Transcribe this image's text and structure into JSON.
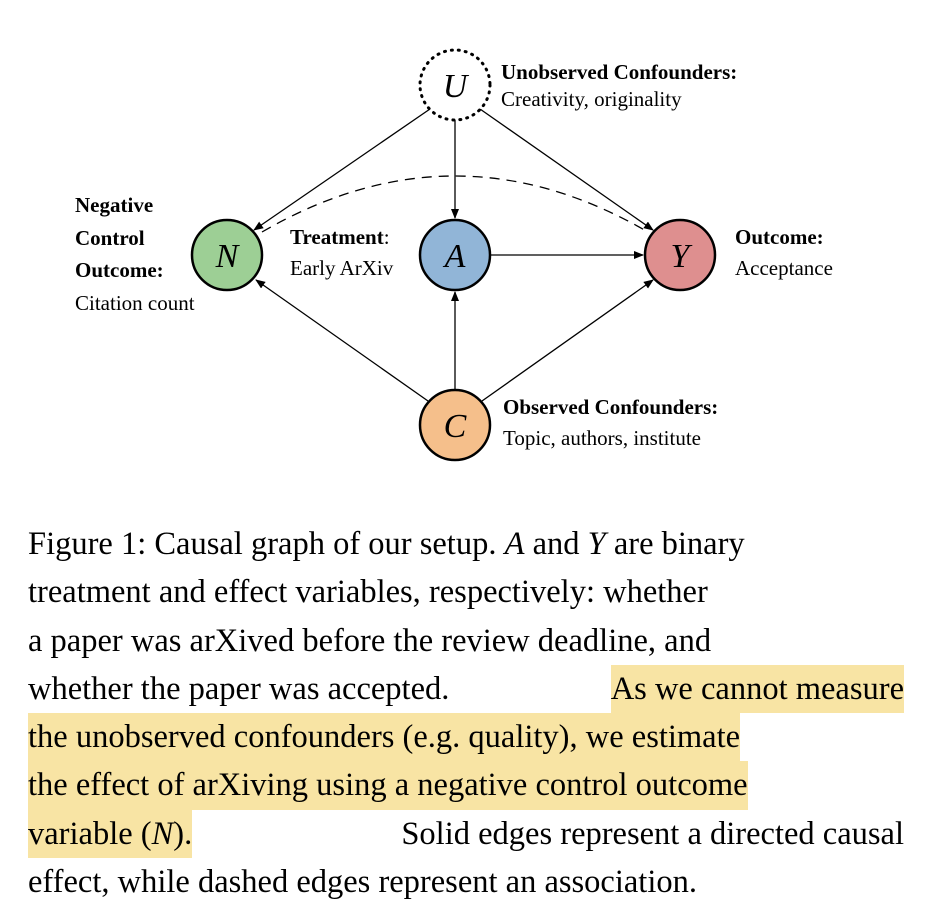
{
  "diagram": {
    "nodes": {
      "U": {
        "symbol": "U",
        "title": "Unobserved Confounders:",
        "desc": "Creativity, originality"
      },
      "N": {
        "symbol": "N",
        "title_lines": [
          "Negative",
          "Control",
          "Outcome:"
        ],
        "desc": "Citation count",
        "color": "#9dcf95"
      },
      "A": {
        "symbol": "A",
        "title": "Treatment",
        "colon": ":",
        "desc": "Early ArXiv",
        "color": "#91b5d7"
      },
      "Y": {
        "symbol": "Y",
        "title": "Outcome:",
        "desc": "Acceptance",
        "color": "#de8f8f"
      },
      "C": {
        "symbol": "C",
        "title": "Observed Confounders:",
        "desc": "Topic, authors, institute",
        "color": "#f5bf8b"
      }
    },
    "edges": [
      {
        "from": "U",
        "to": "N",
        "style": "solid"
      },
      {
        "from": "U",
        "to": "A",
        "style": "solid"
      },
      {
        "from": "U",
        "to": "Y",
        "style": "solid"
      },
      {
        "from": "A",
        "to": "Y",
        "style": "solid"
      },
      {
        "from": "C",
        "to": "N",
        "style": "solid"
      },
      {
        "from": "C",
        "to": "A",
        "style": "solid"
      },
      {
        "from": "C",
        "to": "Y",
        "style": "solid"
      },
      {
        "from": "N",
        "to": "Y",
        "style": "dashed"
      }
    ]
  },
  "caption": {
    "l1a": "Figure 1: Causal graph of our setup. ",
    "l1A": "A",
    "l1b": " and ",
    "l1Y": "Y",
    "l1c": " are binary",
    "l2": "treatment and effect variables, respectively: whether",
    "l3": "a paper was arXived before the review deadline, and",
    "l4a": "whether the paper was accepted. ",
    "l4b": "As we cannot measure",
    "l5": "the unobserved confounders (e.g. quality), we estimate",
    "l6": "the effect of arXiving using a negative control outcome",
    "l7a": "variable (",
    "l7N": "N",
    "l7b": ").",
    "l7c": " Solid edges represent a directed causal",
    "l8": "effect, while dashed edges represent an association.",
    "highlight_color": "#f8e4a4"
  }
}
